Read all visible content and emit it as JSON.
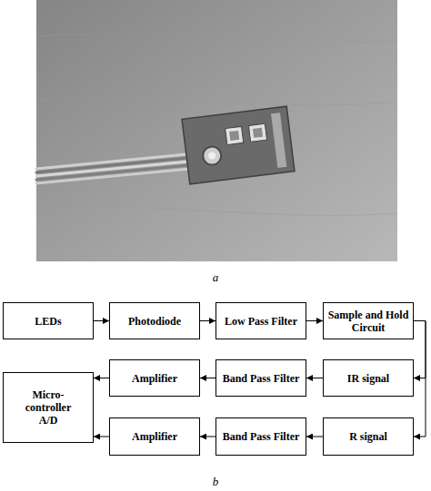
{
  "diagram": {
    "nodes": [
      {
        "text": [
          "LEDs"
        ]
      },
      {
        "text": [
          "Photodiode"
        ]
      },
      {
        "text": [
          "Low Pass Filter"
        ]
      },
      {
        "text": [
          "Sample and Hold Circuit"
        ]
      },
      {
        "text": [
          "Amplifier"
        ]
      },
      {
        "text": [
          "Band Pass Filter"
        ]
      },
      {
        "text": [
          "IR signal"
        ]
      },
      {
        "text": [
          "Micro- controller A/D"
        ]
      },
      {
        "text": [
          "Amplifier"
        ]
      },
      {
        "text": [
          "Band Pass Filter"
        ]
      },
      {
        "text": [
          "R signal"
        ]
      }
    ],
    "edges": [
      {
        "from": 0,
        "to": 1,
        "arrow": "to"
      },
      {
        "from": 1,
        "to": 2,
        "arrow": "to"
      },
      {
        "from": 2,
        "to": 3,
        "arrow": "to"
      },
      {
        "from": 3,
        "to": 6,
        "arrow": "to"
      },
      {
        "from": 3,
        "to": 10,
        "arrow": "to"
      },
      {
        "from": 6,
        "to": 5,
        "arrow": "to"
      },
      {
        "from": 5,
        "to": 4,
        "arrow": "to"
      },
      {
        "from": 4,
        "to": 7,
        "arrow": "to"
      },
      {
        "from": 10,
        "to": 9,
        "arrow": "to"
      },
      {
        "from": 9,
        "to": 8,
        "arrow": "to"
      },
      {
        "from": 8,
        "to": 7,
        "arrow": "to"
      }
    ],
    "labels": [
      "a",
      "b"
    ]
  }
}
